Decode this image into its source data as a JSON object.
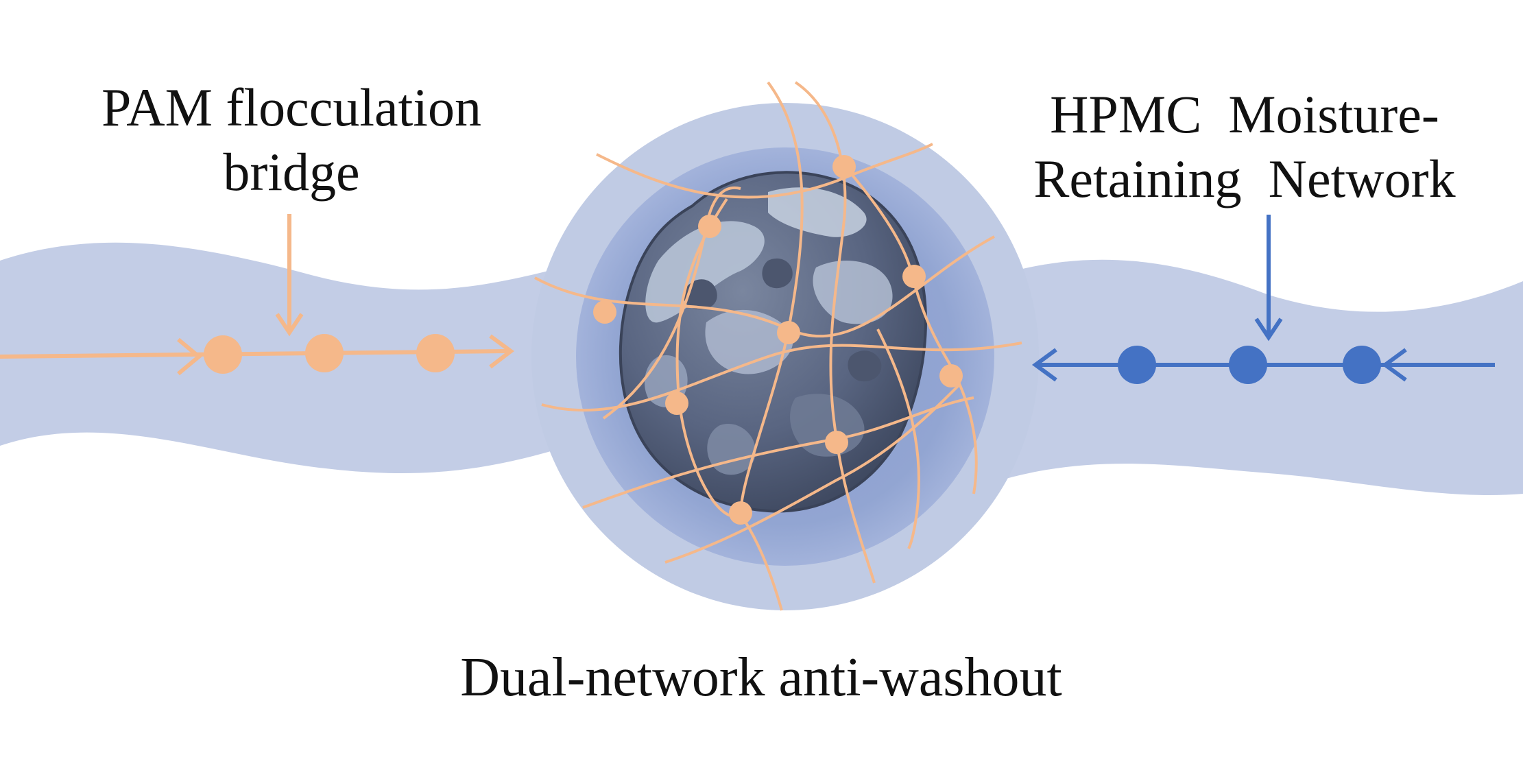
{
  "colors": {
    "band": "#c3cde6",
    "halo": "#c0cbe4",
    "inner_halo": "#92a5d2",
    "pam": "#f5b88a",
    "hpmc": "#4472c4",
    "particle_dark": "#556079",
    "particle_light": "#b7c3d6",
    "text": "#111111"
  },
  "labels": {
    "pam": {
      "line1": "PAM flocculation",
      "line2": "bridge"
    },
    "hpmc": {
      "line1": "HPMC  Moisture-",
      "line2": "Retaining  Network"
    },
    "caption": "Dual-network anti-washout"
  },
  "icons": {
    "pam_chain": "chain-with-dots-arrow",
    "hpmc_chain": "chain-with-dots-arrow",
    "particle": "rough-aggregate-particle",
    "mesh": "polymer-mesh-with-nodes"
  }
}
